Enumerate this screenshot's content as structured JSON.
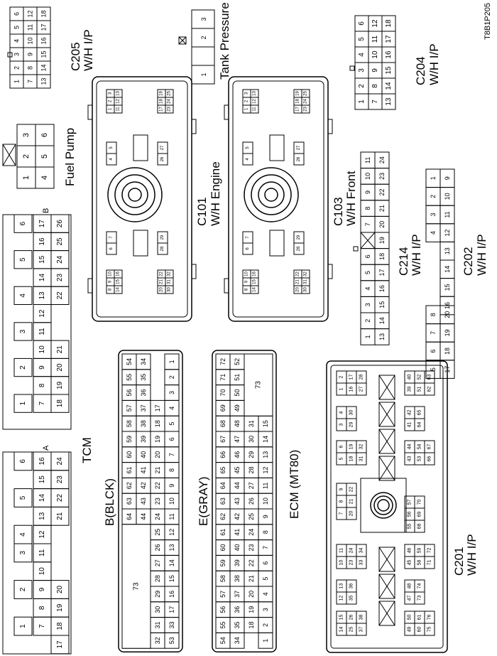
{
  "figure_code": "T8B1P205",
  "connectors": {
    "c205": {
      "name": "C205",
      "location": "W/H I/P"
    },
    "tank_pressure_sensor": {
      "label": "Tank Pressure Sensor",
      "pins": [
        "1",
        "2",
        "3"
      ]
    },
    "c204": {
      "name": "C204",
      "location": "W/H I/P"
    },
    "fuel_pump": {
      "label": "Fuel Pump",
      "pins": [
        "1",
        "2",
        "3",
        "4",
        "5",
        "6"
      ]
    },
    "c101": {
      "name": "C101",
      "location": "W/H Engine"
    },
    "c103": {
      "name": "C103",
      "location": "W/H Front"
    },
    "c214": {
      "name": "C214",
      "location": "W/H I/P"
    },
    "c202": {
      "name": "C202",
      "location": "W/H I/P"
    },
    "tcm": {
      "label": "TCM",
      "side_a": "A",
      "side_b": "B"
    },
    "ecm": {
      "label": "ECM (MT80)",
      "b_block": "B(BLCK)",
      "e_block": "E(GRAY)"
    },
    "c201": {
      "name": "C201",
      "location": "W/H I/P"
    }
  }
}
